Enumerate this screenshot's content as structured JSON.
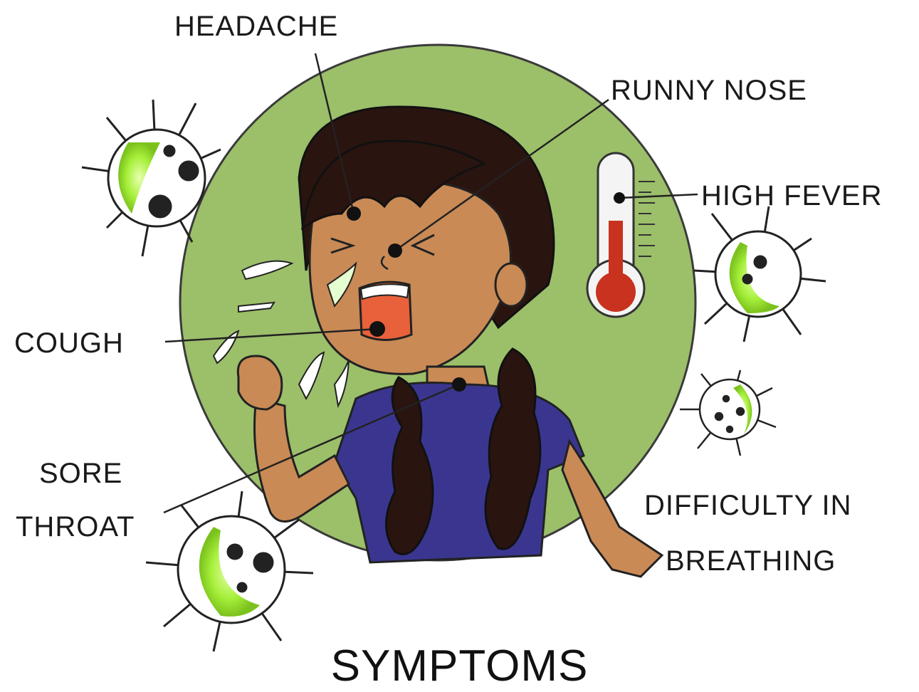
{
  "title": "SYMPTOMS",
  "labels": {
    "headache": "HEADACHE",
    "runny_nose": "RUNNY NOSE",
    "high_fever": "HIGH FEVER",
    "cough": "COUGH",
    "sore": "SORE",
    "throat": "THROAT",
    "difficulty": "DIFFICULTY IN",
    "breathing": "BREATHING"
  },
  "colors": {
    "circle": "#9cbf6a",
    "hair": "#2a1410",
    "skin": "#c98a56",
    "shirt": "#3a3690",
    "mouth": "#e8613a",
    "mercury": "#c8321e",
    "virus_glow": "#a6f03a"
  }
}
